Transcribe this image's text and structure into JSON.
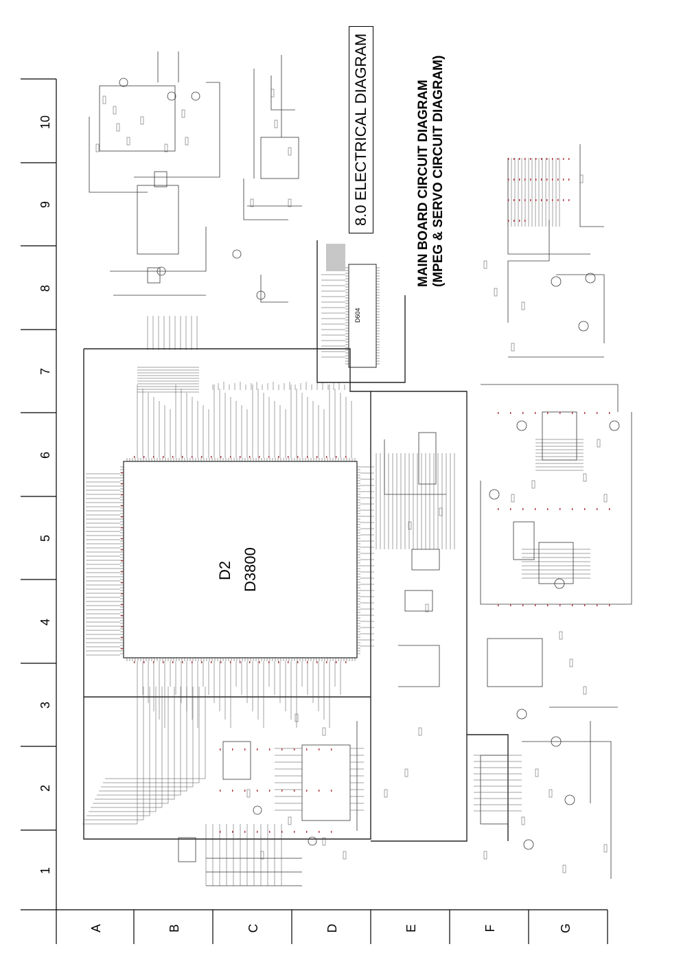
{
  "title_box": "8.0 ELECTRICAL DIAGRAM",
  "main_title_line1": "MAIN BOARD CIRCUIT DIAGRAM",
  "main_title_line2": "(MPEG & SERVO CIRCUIT DIAGRAM)",
  "chip_label_1": "D2",
  "chip_label_2": "D3800",
  "memory_chip_label": "D604",
  "grid_numbers": [
    "10",
    "9",
    "8",
    "7",
    "6",
    "5",
    "4",
    "3",
    "2",
    "1"
  ],
  "grid_letters": [
    "A",
    "B",
    "C",
    "D",
    "E",
    "F",
    "G"
  ],
  "colors": {
    "line": "#222222",
    "pin_mark": "#b0303a",
    "paper": "#ffffff"
  }
}
